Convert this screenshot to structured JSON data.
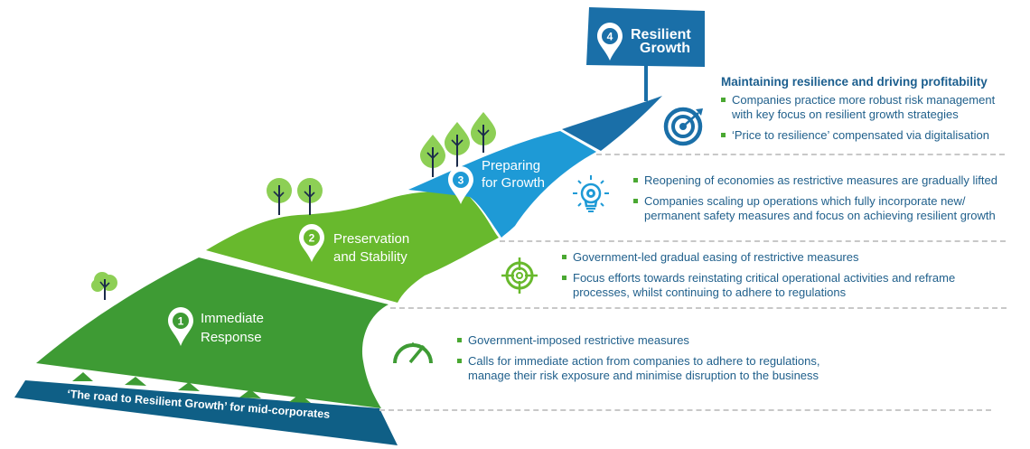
{
  "stages": [
    {
      "number": "1",
      "label_line1": "Immediate",
      "label_line2": "Response",
      "color": "#3e9b34"
    },
    {
      "number": "2",
      "label_line1": "Preservation",
      "label_line2": "and Stability",
      "color": "#68b92d"
    },
    {
      "number": "3",
      "label_line1": "Preparing",
      "label_line2": "for Growth",
      "color": "#1e9ad6"
    },
    {
      "number": "4",
      "label_line1": "Resilient",
      "label_line2": "Growth",
      "color": "#1a6fa8"
    }
  ],
  "road_banner": {
    "text": "‘The road to Resilient Growth’ for mid-corporates",
    "color": "#0f5f86"
  },
  "panels": {
    "resilient_growth": {
      "icon": "target-arrow-icon",
      "heading": "Maintaining resilience and driving profitability",
      "bullets": [
        "Companies practice more robust risk management with key focus on resilient growth strategies",
        "‘Price to resilience’ compensated via digitalisation"
      ]
    },
    "preparing_for_growth": {
      "icon": "lightbulb-gear-icon",
      "bullets": [
        "Reopening of economies as restrictive measures are gradually lifted",
        "Companies scaling up operations which fully incorporate new/ permanent safety measures and focus on achieving resilient growth"
      ]
    },
    "preservation_and_stability": {
      "icon": "crosshair-icon",
      "bullets": [
        "Government-led gradual easing of restrictive measures",
        "Focus efforts towards reinstating critical operational activities and reframe processes, whilst continuing to adhere to regulations"
      ]
    },
    "immediate_response": {
      "icon": "speedometer-icon",
      "bullets": [
        "Government-imposed restrictive measures",
        "Calls for immediate action from companies to adhere to regulations, manage their risk exposure and minimise disruption to the business"
      ]
    }
  },
  "colors": {
    "text": "#1f5f8b",
    "bullet": "#4aa832",
    "tree_leaf": "#8dcf55",
    "tree_trunk": "#1a2a4a",
    "divider": "#c8c8c8"
  }
}
